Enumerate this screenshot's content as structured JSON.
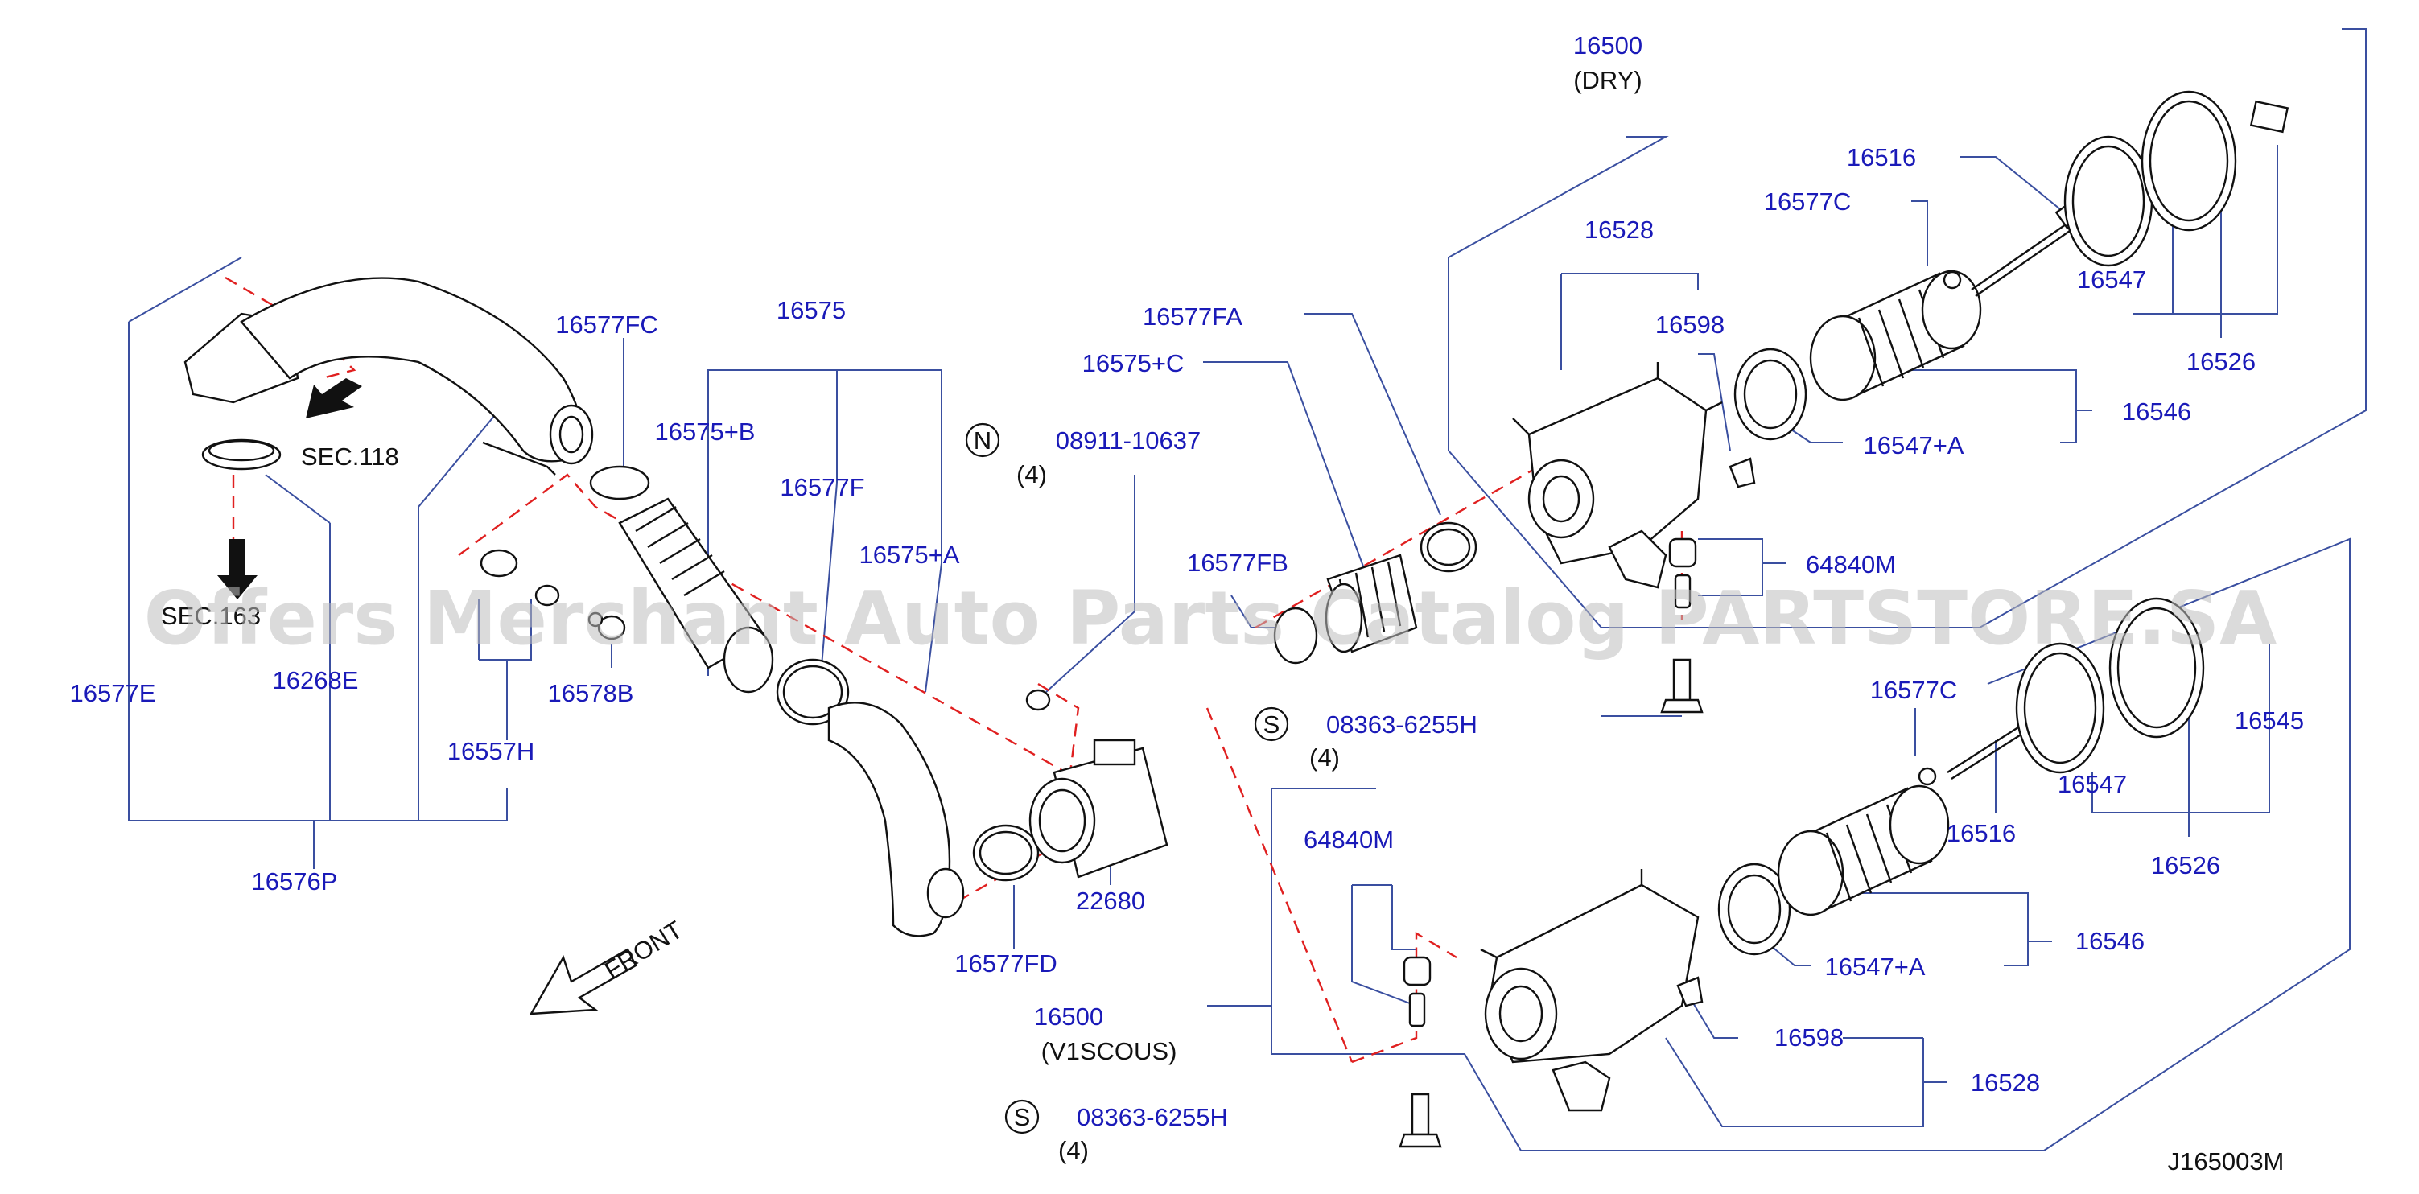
{
  "diagram": {
    "drawing_number": "J165003M",
    "watermark": "Offers Merchant Auto Parts Catalog PARTSTORE.SA",
    "front_label": "FRONT",
    "section_refs": [
      "SEC.118",
      "SEC.163"
    ],
    "part_labels": {
      "p16500_dry": "16500",
      "dry": "(DRY)",
      "p16500_visc": "16500",
      "visc": "(V1SCOUS)",
      "p16516_a": "16516",
      "p16516_b": "16516",
      "p16577C_a": "16577C",
      "p16577C_b": "16577C",
      "p16528_a": "16528",
      "p16528_b": "16528",
      "p16598_a": "16598",
      "p16598_b": "16598",
      "p16547_a": "16547",
      "p16547_b": "16547",
      "p16526_a": "16526",
      "p16526_b": "16526",
      "p16546_a": "16546",
      "p16546_b": "16546",
      "p16547A_a": "16547+A",
      "p16547A_b": "16547+A",
      "p64840M_a": "64840M",
      "p64840M_b": "64840M",
      "p16545": "16545",
      "p16577FA": "16577FA",
      "p16575C": "16575+C",
      "p16577FB": "16577FB",
      "p16577FD": "16577FD",
      "p22680": "22680",
      "p16575": "16575",
      "p16575B": "16575+B",
      "p16577F": "16577F",
      "p16575A": "16575+A",
      "p16577FC": "16577FC",
      "p16268E": "16268E",
      "p16578B": "16578B",
      "p16557H": "16557H",
      "p16577E": "16577E",
      "p16576P": "16576P",
      "nut_code": "N",
      "nut_part": "08911-10637",
      "nut_qty": "(4)",
      "screw_code_a": "S",
      "screw_part_a": "08363-6255H",
      "screw_qty_a": "(4)",
      "screw_code_b": "S",
      "screw_part_b": "08363-6255H",
      "screw_qty_b": "(4)"
    }
  }
}
